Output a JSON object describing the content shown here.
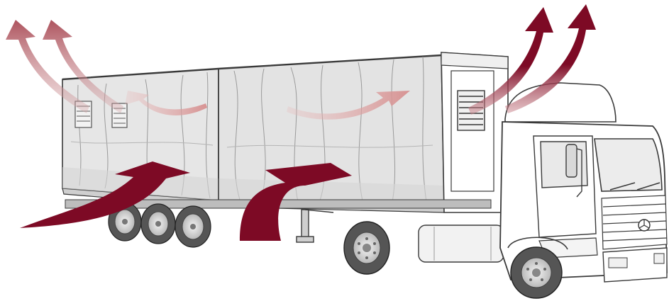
{
  "illustration": {
    "subject": "truck-with-tarpaulin-semitrailer-airflow",
    "colors": {
      "background": "#ffffff",
      "tarp": "#e3e3e3",
      "tarp_shade": "#d2d2d2",
      "outline": "#3a3a3a",
      "cab": "#ffffff",
      "wheel": "#8f8f8f",
      "tire": "#555555",
      "airflow_strong": "#7d0a25",
      "airflow_faded": "#c98a8e"
    },
    "icons": [
      "airflow-inlet-arrow-icon",
      "airflow-outlet-arrow-icon",
      "internal-airflow-arrow-icon",
      "vent-grille-icon",
      "wheel-icon"
    ],
    "airflow": {
      "inlets": 2,
      "outlets_front": 2,
      "outlets_rear": 2,
      "internal_flows": 2
    }
  }
}
